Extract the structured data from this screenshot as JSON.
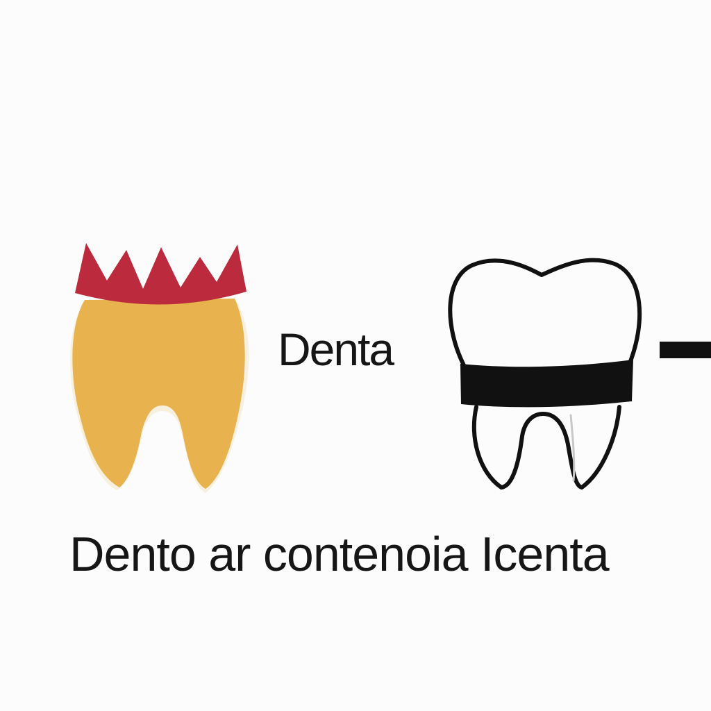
{
  "center_label": "Denta",
  "bottom_caption": "Dento ar contenoia Icenta",
  "icons": [
    "gold-tooth-with-crown-icon",
    "outlined-tooth-with-band-icon",
    "dash-line"
  ],
  "colors": {
    "background": "#fcfcfc",
    "tooth_fill": "#e8b34e",
    "crown_fill": "#bb2b3d",
    "outline": "#111111",
    "text": "#161616"
  }
}
